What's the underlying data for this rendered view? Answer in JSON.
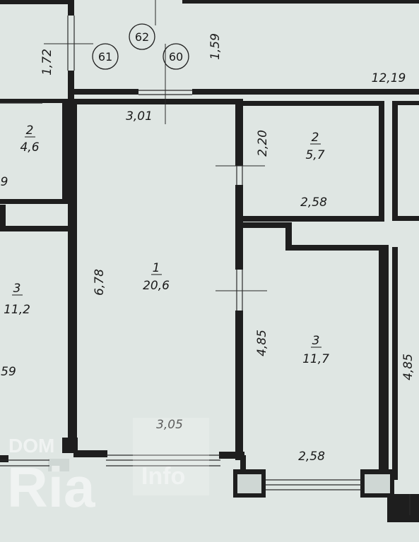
{
  "rooms": [
    {
      "number": "2",
      "area": "4,6"
    },
    {
      "number": "1",
      "area": "20,6"
    },
    {
      "number": "2",
      "area": "5,7"
    },
    {
      "number": "3",
      "area": "11,2"
    },
    {
      "number": "3",
      "area": "11,7"
    }
  ],
  "dimensions": {
    "d_172": "1,72",
    "d_159": "1,59",
    "d_1219": "12,19",
    "d_301": "3,01",
    "d_220": "2,20",
    "d_258_top": "2,58",
    "d_678": "6,78",
    "d_485_mid": "4,85",
    "d_485_right": "4,85",
    "d_305": "3,05",
    "d_258_bottom": "2,58",
    "d_9_partial": "9",
    "d_59_partial": "59"
  },
  "stairs": [
    "62",
    "61",
    "60"
  ],
  "watermark": {
    "line1": "DOM",
    "line2": "Ria",
    "line3": "Info"
  },
  "colors": {
    "wall": "#1e1e1e",
    "paper": "#dfe6e3",
    "line": "#2a2a2a"
  }
}
